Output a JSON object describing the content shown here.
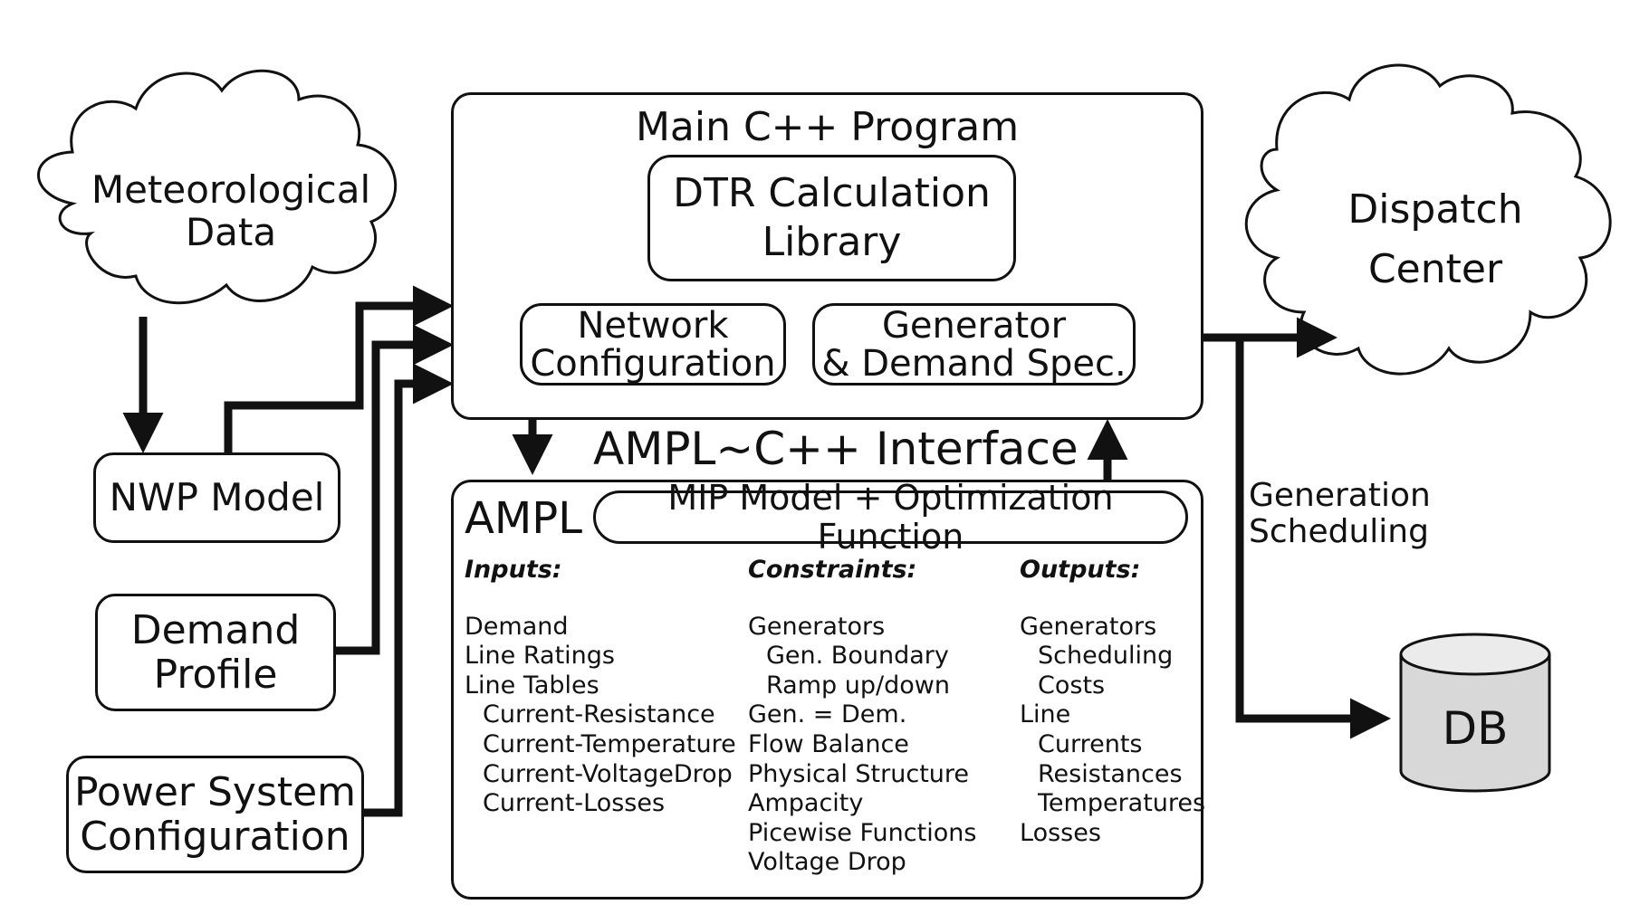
{
  "clouds": {
    "meteorological": [
      "Meteorological",
      "Data"
    ],
    "dispatch": [
      "Dispatch",
      "Center"
    ]
  },
  "sources": {
    "nwp": "NWP Model",
    "demand": [
      "Demand",
      "Profile"
    ],
    "power": [
      "Power System",
      "Configuration"
    ]
  },
  "main": {
    "title": "Main C++ Program",
    "dtr": [
      "DTR Calculation",
      "Library"
    ],
    "network": [
      "Network",
      "Configuration"
    ],
    "generator": [
      "Generator",
      "& Demand Spec."
    ]
  },
  "interface_label": "AMPL~C++ Interface",
  "ampl": {
    "label": "AMPL",
    "mip": "MIP Model + Optimization Function",
    "inputs": {
      "header": "Inputs:",
      "items": [
        {
          "text": "Demand",
          "indent": false
        },
        {
          "text": "Line Ratings",
          "indent": false
        },
        {
          "text": "Line Tables",
          "indent": false
        },
        {
          "text": "Current-Resistance",
          "indent": true
        },
        {
          "text": "Current-Temperature",
          "indent": true
        },
        {
          "text": "Current-VoltageDrop",
          "indent": true
        },
        {
          "text": "Current-Losses",
          "indent": true
        }
      ]
    },
    "constraints": {
      "header": "Constraints:",
      "items": [
        {
          "text": "Generators",
          "indent": false
        },
        {
          "text": "Gen. Boundary",
          "indent": true
        },
        {
          "text": "Ramp up/down",
          "indent": true
        },
        {
          "text": "Gen. = Dem.",
          "indent": false
        },
        {
          "text": "Flow Balance",
          "indent": false
        },
        {
          "text": "Physical Structure",
          "indent": false
        },
        {
          "text": "Ampacity",
          "indent": false
        },
        {
          "text": "Picewise Functions",
          "indent": false
        },
        {
          "text": "Voltage Drop",
          "indent": false
        }
      ]
    },
    "outputs": {
      "header": "Outputs:",
      "items": [
        {
          "text": "Generators",
          "indent": false
        },
        {
          "text": "Scheduling",
          "indent": true
        },
        {
          "text": "Costs",
          "indent": true
        },
        {
          "text": "Line",
          "indent": false
        },
        {
          "text": "Currents",
          "indent": true
        },
        {
          "text": "Resistances",
          "indent": true
        },
        {
          "text": "Temperatures",
          "indent": true
        },
        {
          "text": "Losses",
          "indent": false
        }
      ]
    }
  },
  "generation_scheduling": [
    "Generation",
    "Scheduling"
  ],
  "db": "DB"
}
